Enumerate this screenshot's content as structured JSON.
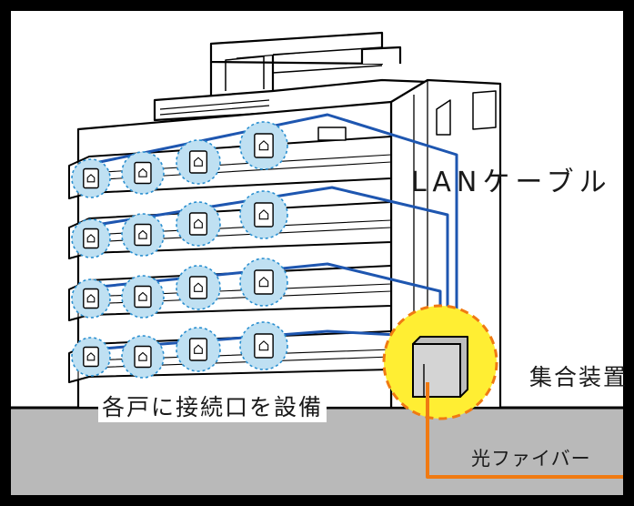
{
  "labels": {
    "lan_cable": "LANケーブル",
    "aggregation_unit": "集合装置",
    "outlets": "各戸に接続口を設備",
    "optical_fiber": "光ファイバー"
  },
  "colors": {
    "frame": "#000000",
    "ground": "#b9b9b9",
    "lan_cable": "#1e56b0",
    "optical_fiber": "#f07a12",
    "outlet_bubble": "#bfe0f2",
    "outlet_bubble_border": "#2a8fd0",
    "unit_glow": "#ffee33",
    "unit_glow_border": "#f07a12",
    "unit_box": "#c8c8c8"
  },
  "icons": {
    "outlet": "wall-outlet-icon",
    "unit": "network-box-icon"
  },
  "building": {
    "floors": 4,
    "outlets_per_floor": 4
  }
}
